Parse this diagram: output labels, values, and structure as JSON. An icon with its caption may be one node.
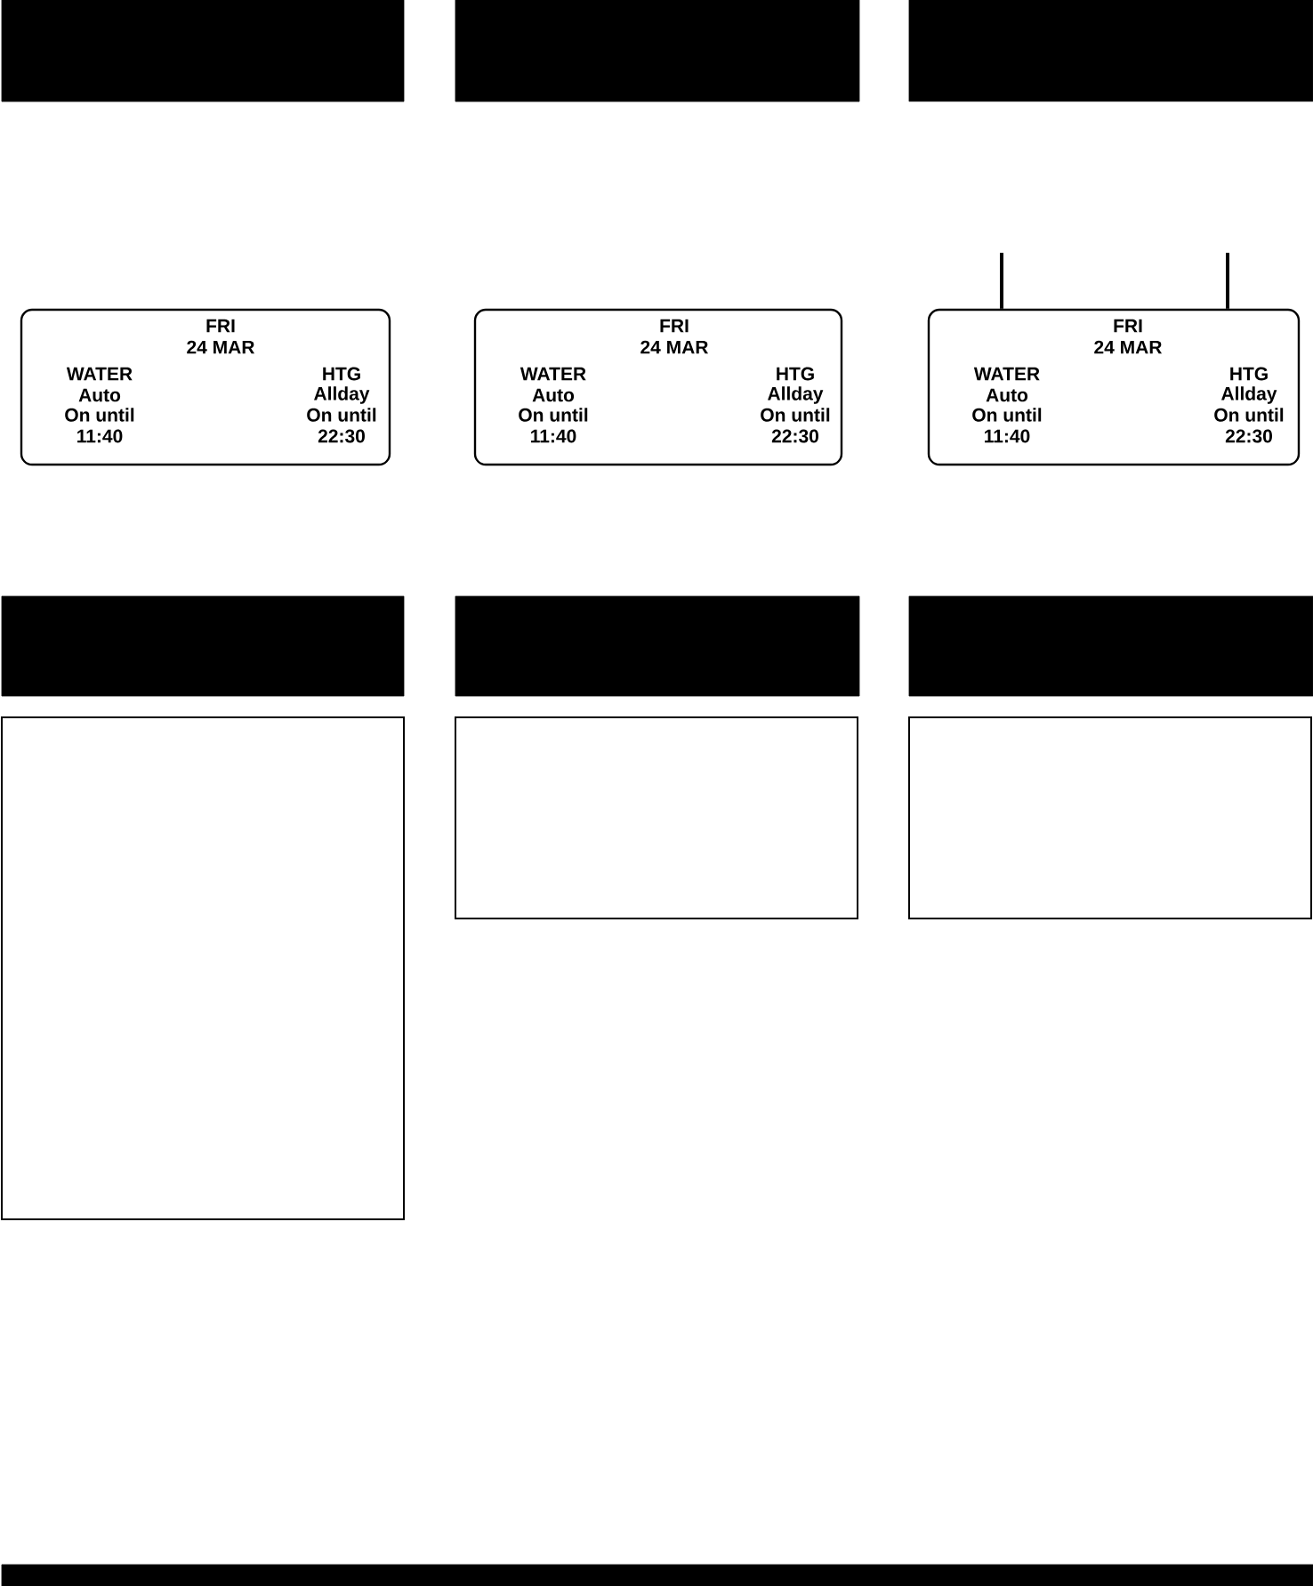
{
  "diagram": {
    "nodes": [
      {
        "text": [],
        "shape": "box"
      },
      {
        "text": [],
        "shape": "box"
      },
      {
        "text": [],
        "shape": "box"
      },
      {
        "text": [
          "FRI",
          "24 MAR",
          "WATER",
          "Auto",
          "On until",
          "11:40",
          "HTG",
          "Allday",
          "On until",
          "22:30"
        ]
      },
      {
        "text": [
          "FRI",
          "24 MAR",
          "WATER",
          "Auto",
          "On until",
          "11:40",
          "HTG",
          "Allday",
          "On until",
          "22:30"
        ]
      },
      {
        "text": [
          "FRI",
          "24 MAR",
          "WATER",
          "Auto",
          "On until",
          "11:40",
          "HTG",
          "Allday",
          "On until",
          "22:30"
        ]
      },
      {
        "text": [],
        "shape": "box"
      },
      {
        "text": [],
        "shape": "box"
      },
      {
        "text": [],
        "shape": "box"
      },
      {
        "text": [],
        "shape": "box"
      },
      {
        "text": [],
        "shape": "box"
      },
      {
        "text": [],
        "shape": "box"
      },
      {
        "text": [],
        "shape": "bar"
      }
    ],
    "edges": [
      {
        "from": null,
        "to": 5,
        "arrow": "none"
      },
      {
        "from": null,
        "to": 5,
        "arrow": "none"
      }
    ]
  }
}
